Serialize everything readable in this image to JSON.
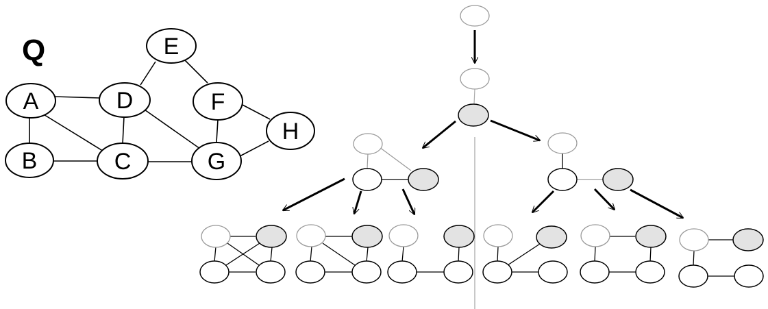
{
  "graph_q": {
    "label": "Q",
    "nodes": [
      {
        "id": "A",
        "label": "A"
      },
      {
        "id": "B",
        "label": "B"
      },
      {
        "id": "C",
        "label": "C"
      },
      {
        "id": "D",
        "label": "D"
      },
      {
        "id": "E",
        "label": "E"
      },
      {
        "id": "F",
        "label": "F"
      },
      {
        "id": "G",
        "label": "G"
      },
      {
        "id": "H",
        "label": "H"
      }
    ],
    "edges": [
      [
        "A",
        "D"
      ],
      [
        "A",
        "B"
      ],
      [
        "A",
        "C"
      ],
      [
        "B",
        "C"
      ],
      [
        "D",
        "C"
      ],
      [
        "D",
        "E"
      ],
      [
        "D",
        "G"
      ],
      [
        "E",
        "F"
      ],
      [
        "F",
        "G"
      ],
      [
        "F",
        "H"
      ],
      [
        "C",
        "G"
      ],
      [
        "G",
        "H"
      ]
    ]
  },
  "colors": {
    "outline": "#000000",
    "highlight_fill": "#e3e3e3",
    "faded_outline": "#9a9a9a",
    "divider": "#aaaaaa"
  }
}
